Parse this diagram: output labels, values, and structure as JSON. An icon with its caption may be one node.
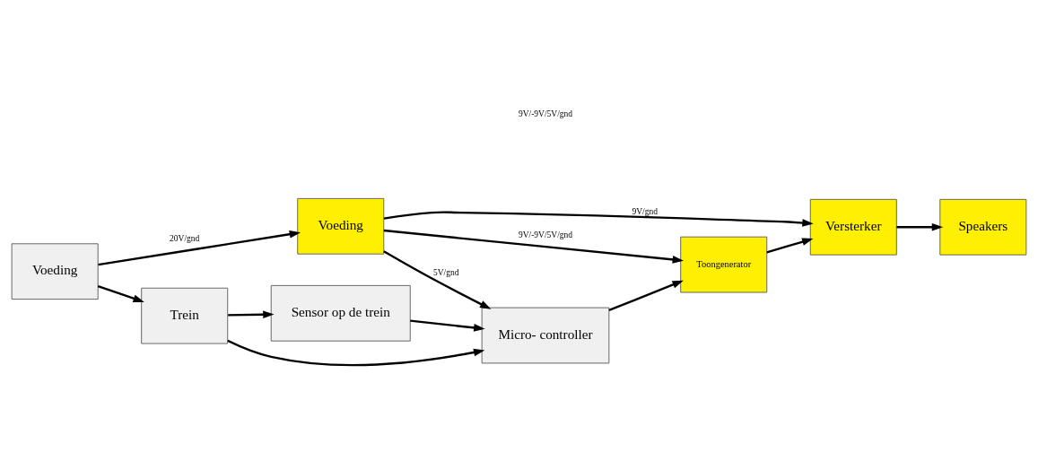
{
  "diagram": {
    "nodes": [
      {
        "text": [
          "Voeding"
        ]
      },
      {
        "text": [
          "Toongenerator"
        ]
      },
      {
        "text": [
          "Versterker"
        ]
      },
      {
        "text": [
          "Speakers"
        ]
      },
      {
        "text": [
          "Voeding"
        ]
      },
      {
        "text": [
          "Trein"
        ]
      },
      {
        "text": [
          "Micro- controller"
        ]
      },
      {
        "text": [
          "Sensor op de trein"
        ]
      }
    ],
    "edges": [
      {
        "from": 4,
        "to": 0,
        "arrow": "to",
        "label": "20V/gnd"
      },
      {
        "from": 0,
        "to": 6,
        "arrow": "to",
        "label": "5V/gnd"
      },
      {
        "from": 0,
        "to": 1,
        "arrow": "to",
        "label": "9V/-9V/5V/gnd"
      },
      {
        "from": 0,
        "to": 2,
        "arrow": "to",
        "label": "9V/gnd"
      },
      {
        "from": 4,
        "to": 5,
        "arrow": "to"
      },
      {
        "from": 5,
        "to": 6,
        "arrow": "to"
      },
      {
        "from": 5,
        "to": 7,
        "arrow": "to"
      },
      {
        "from": 7,
        "to": 6,
        "arrow": "to"
      },
      {
        "from": 6,
        "to": 1,
        "arrow": "to"
      },
      {
        "from": 1,
        "to": 2,
        "arrow": "to"
      },
      {
        "from": 2,
        "to": 3,
        "arrow": "to"
      }
    ],
    "labels": [
      "9V/-9V/5V/gnd"
    ]
  }
}
